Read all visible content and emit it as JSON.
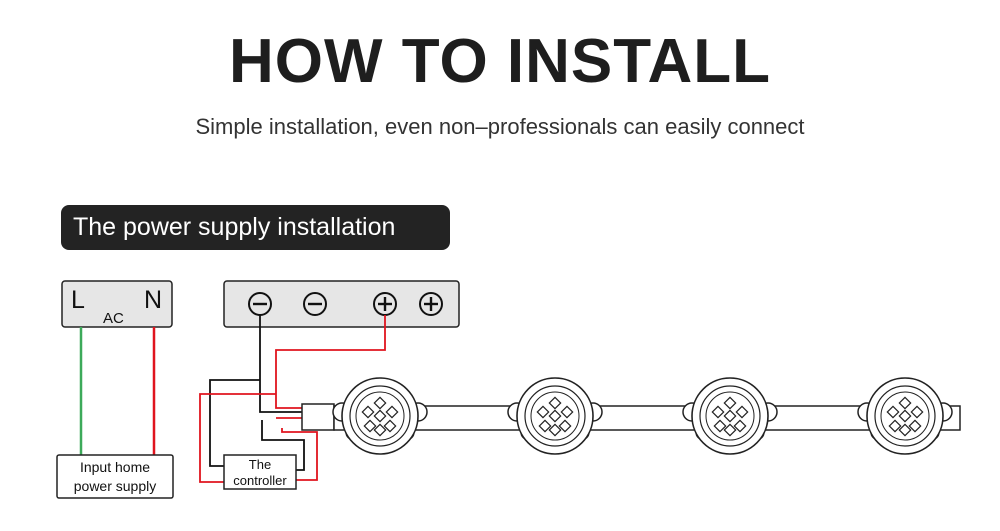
{
  "header": {
    "title": "HOW TO INSTALL",
    "subtitle": "Simple installation, even non–professionals can easily connect"
  },
  "section": {
    "label": "The power supply installation"
  },
  "ac_terminal": {
    "left": "L",
    "middle": "AC",
    "right": "N"
  },
  "dc_terminal": {
    "symbols": [
      "minus-icon",
      "minus-icon",
      "plus-icon",
      "plus-icon"
    ]
  },
  "home_supply": {
    "line1": "Input home",
    "line2": "power supply"
  },
  "controller": {
    "line1": "The",
    "line2": "controller"
  },
  "lights": {
    "count": 4
  },
  "colors": {
    "title": "#1e1e1e",
    "badge_bg": "#232323",
    "live_wire": "#e0141e",
    "neutral_wire": "#3daa5a",
    "signal_wire": "#111111",
    "box_fill": "#e6e6e6"
  }
}
